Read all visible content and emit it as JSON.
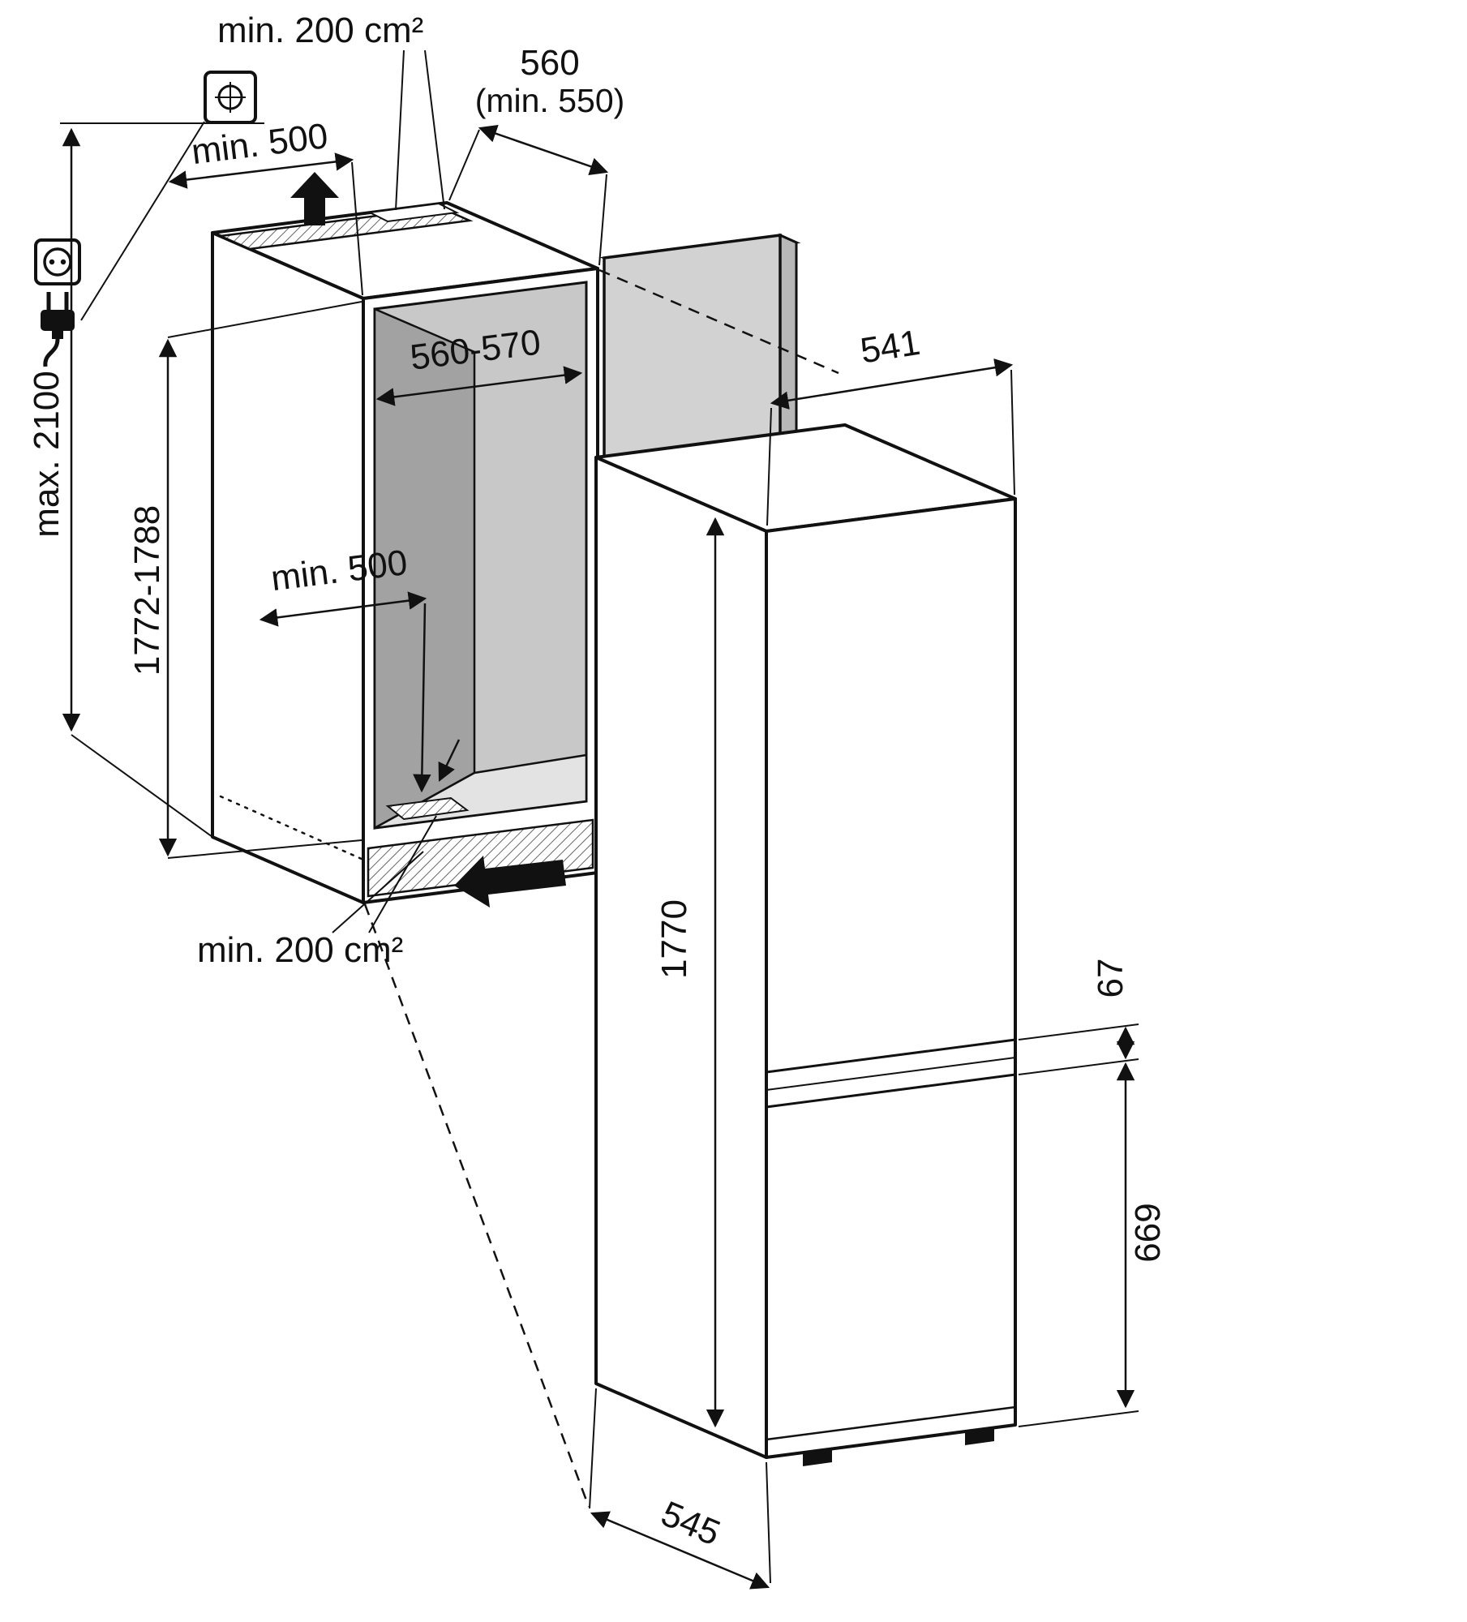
{
  "diagram": {
    "title": "Built-in fridge-freezer niche installation drawing",
    "labels": {
      "vent_top": "min. 200 cm²",
      "niche_depth": "560",
      "niche_depth_min": "(min. 550)",
      "top_clearance": "min. 500",
      "ceiling_height": "max. 2100",
      "niche_height": "1772-1788",
      "niche_width": "560-570",
      "floor_clearance": "min. 500",
      "appliance_width": "541",
      "door_gap": "67",
      "appliance_height": "1770",
      "freezer_door_height": "669",
      "vent_bottom": "min. 200 cm²",
      "appliance_depth": "545"
    },
    "icons": [
      "socket-icon",
      "plug-icon",
      "mounting-plate-icon",
      "airflow-up-arrow",
      "airflow-in-arrow"
    ],
    "colors": {
      "line": "#111111",
      "background": "#ffffff",
      "interior_back": "#c8c8c8",
      "interior_side": "#a2a2a2",
      "interior_floor": "#e3e3e3",
      "door_panel": "#d2d2d2",
      "door_panel_edge": "#b8b8b8"
    }
  }
}
